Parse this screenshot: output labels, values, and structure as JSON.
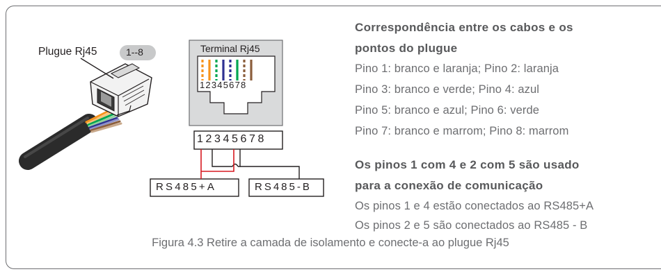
{
  "plug_label": "Plugue Rj45",
  "pin_range_badge": "1--8",
  "terminal_label": "Terminal Rj45",
  "terminal_pins": "12345678",
  "pin_strip": "12345678",
  "rs485a_label": "RS485+A",
  "rs485b_label": "RS485-B",
  "info": {
    "heading1_line1": "Correspondência entre os cabos e os",
    "heading1_line2": "pontos do plugue",
    "pin_lines": [
      "Pino 1: branco e laranja; Pino 2: laranja",
      "Pino 3: branco e verde; Pino 4: azul",
      "Pino 5: branco e azul; Pino 6: verde",
      "Pino 7: branco e marrom; Pino 8: marrom"
    ],
    "heading2_line1": "Os pinos 1 com 4 e 2 com 5 são usado",
    "heading2_line2": "para a conexão de comunicação",
    "conn_lines": [
      "Os pinos 1 e 4 estão conectados ao RS485+A",
      "Os pinos 2 e 5 são conectados ao RS485 - B"
    ]
  },
  "caption": "Figura 4.3 Retire a camada de isolamento e conecte-a ao plugue Rj45",
  "colors": {
    "frame": "#6d6e71",
    "text_gray": "#6d6e71",
    "heading_gray": "#58595b",
    "terminal_box": "#d9dadb",
    "wire_red": "#d71920",
    "orange": "#f7941d",
    "green": "#00a651",
    "blue": "#2e3192",
    "brown": "#8b5e3c"
  }
}
